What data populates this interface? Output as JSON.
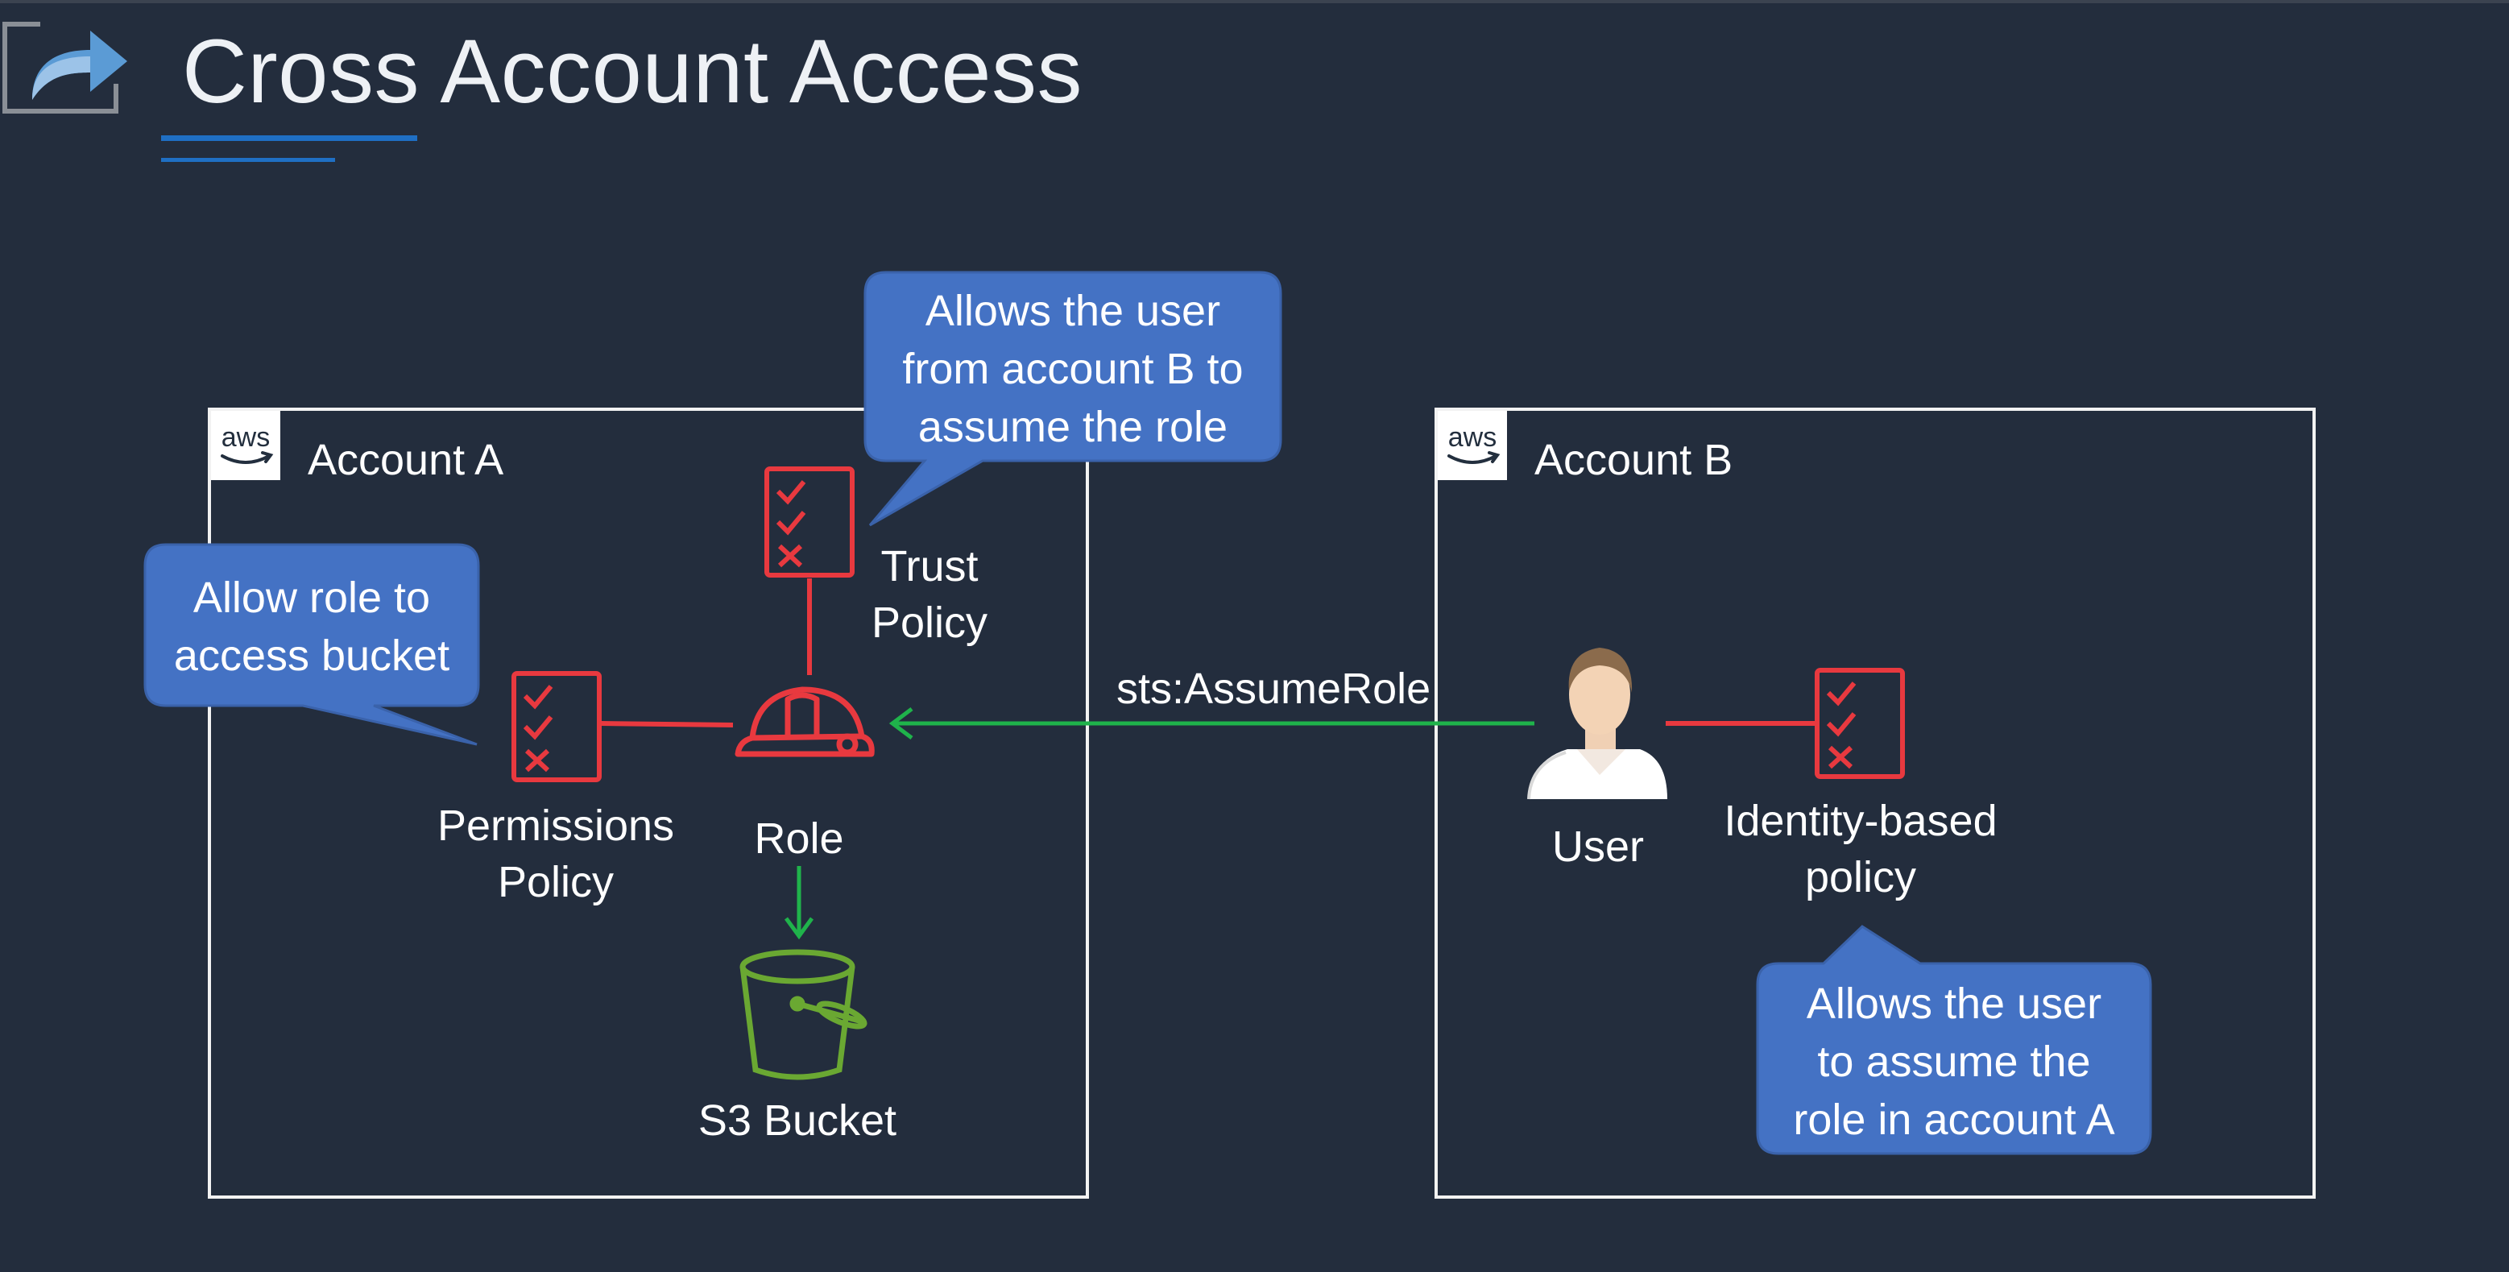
{
  "title": "Cross Account Access",
  "accounts": {
    "a": {
      "label": "Account A",
      "badge": "aws"
    },
    "b": {
      "label": "Account B",
      "badge": "aws"
    }
  },
  "nodes": {
    "trust_policy": "Trust\nPolicy",
    "permissions_policy": "Permissions\nPolicy",
    "role": "Role",
    "s3_bucket": "S3 Bucket",
    "user": "User",
    "identity_policy": "Identity-based\npolicy"
  },
  "edges": {
    "assume_role": "sts:AssumeRole"
  },
  "callouts": {
    "trust": "Allows the user\nfrom account B to\nassume the role",
    "permissions": "Allow role to\naccess bucket",
    "identity": "Allows the user\nto assume the\nrole in account A"
  },
  "colors": {
    "background": "#232d3d",
    "callout_fill": "#4472c4",
    "policy_red": "#e8393f",
    "arrow_green": "#1fb34b",
    "bucket_green": "#6aa832",
    "accent_blue": "#1f6fc4"
  }
}
